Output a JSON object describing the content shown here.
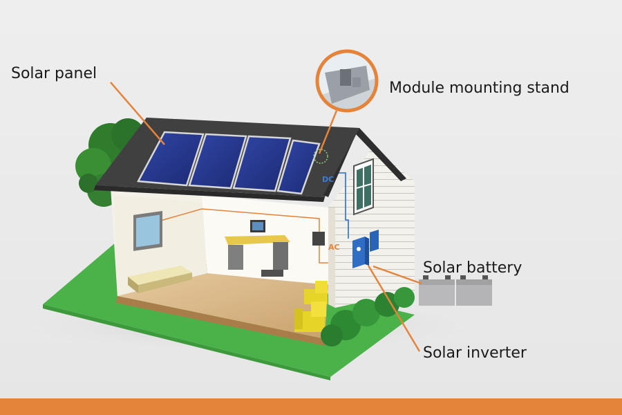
{
  "labels": {
    "solar_panel": "Solar panel",
    "mounting_stand": "Module mounting stand",
    "solar_battery": "Solar battery",
    "solar_inverter": "Solar inverter",
    "dc": "DC",
    "ac": "AC"
  },
  "colors": {
    "accent": "#e4833a",
    "dc_wire": "#3d7bd6",
    "ac_wire": "#e4833a",
    "lawn": "#4bb24a",
    "panel": "#23358a",
    "roof": "#3e3e3e",
    "wall": "#f6f3ea",
    "floor": "#d9b98a",
    "bottom_bar": "#e4833a"
  }
}
